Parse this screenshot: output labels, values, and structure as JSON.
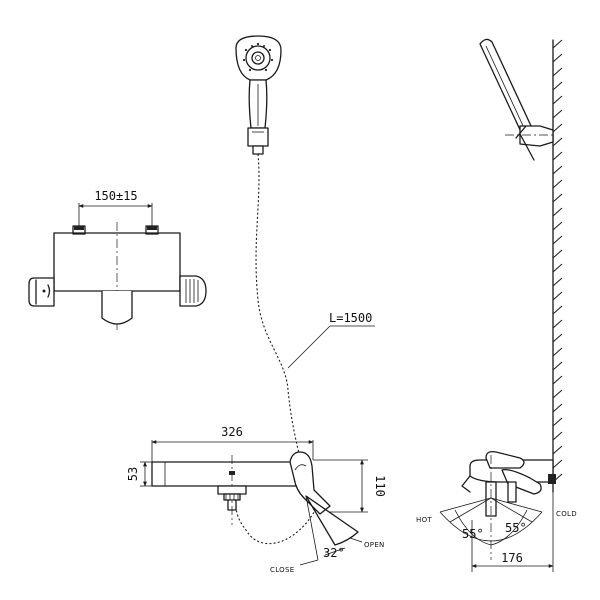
{
  "labels": {
    "inlet_spacing": "150±15",
    "hose_length": "L=1500",
    "spout_length": "326",
    "body_height": "53",
    "total_height": "110",
    "lever_angle": "32°",
    "open": "OPEN",
    "close": "CLOSE",
    "hot": "HOT",
    "cold": "COLD",
    "hot_angle": "55°",
    "cold_angle": "55°",
    "side_depth": "176"
  }
}
